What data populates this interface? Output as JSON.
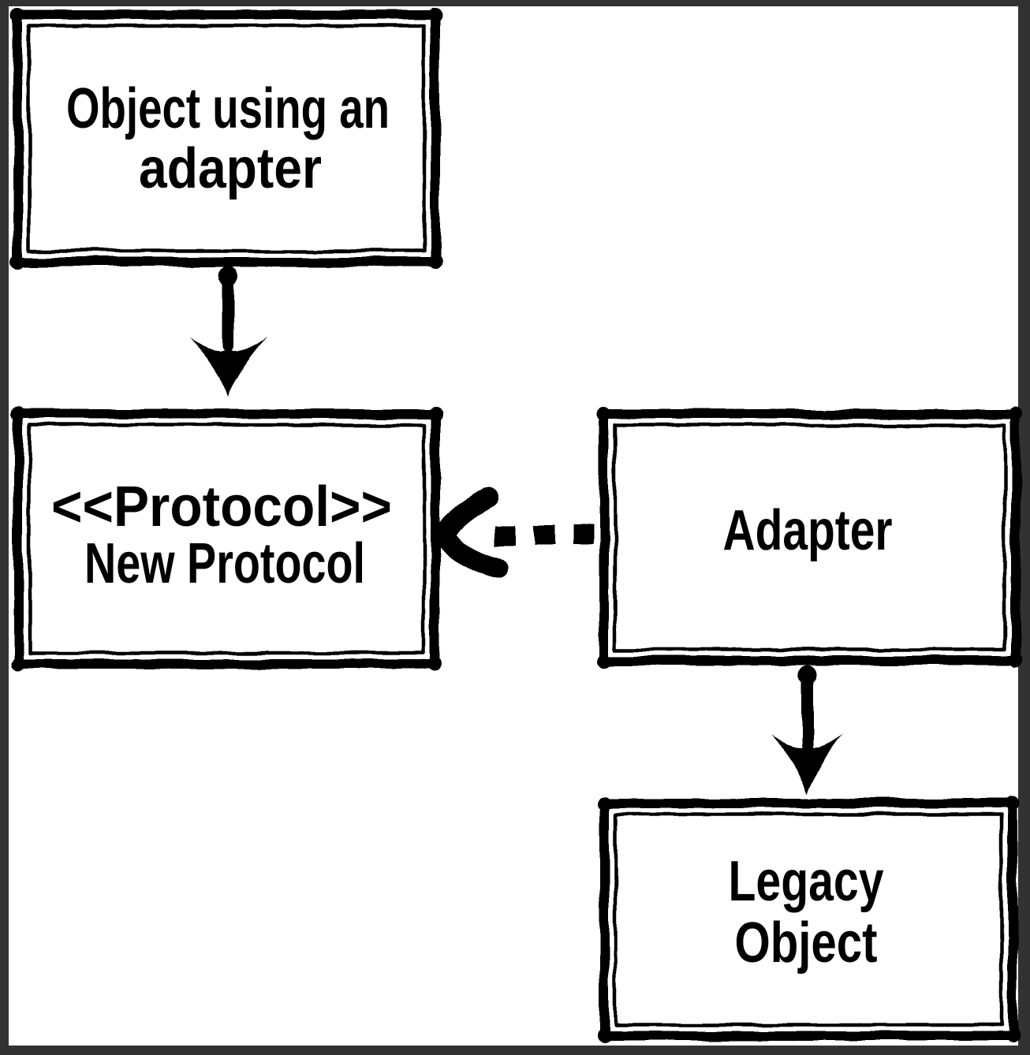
{
  "diagram": {
    "boxes": {
      "object_user": {
        "lines": [
          "Object using an",
          "adapter"
        ]
      },
      "protocol": {
        "lines": [
          "<<Protocol>>",
          "New Protocol"
        ]
      },
      "adapter": {
        "lines": [
          "Adapter"
        ]
      },
      "legacy": {
        "lines": [
          "Legacy",
          "Object"
        ]
      }
    },
    "connections": [
      {
        "from": "Object using an adapter",
        "to": "<<Protocol>> New Protocol",
        "line": "solid",
        "arrowhead": "filled",
        "direction": "down"
      },
      {
        "from": "Adapter",
        "to": "<<Protocol>> New Protocol",
        "line": "dashed",
        "arrowhead": "open",
        "direction": "left"
      },
      {
        "from": "Adapter",
        "to": "Legacy Object",
        "line": "solid",
        "arrowhead": "filled",
        "direction": "down"
      }
    ],
    "colors": {
      "ink": "#000000",
      "canvas": "#ffffff",
      "frame": "#323232"
    }
  }
}
